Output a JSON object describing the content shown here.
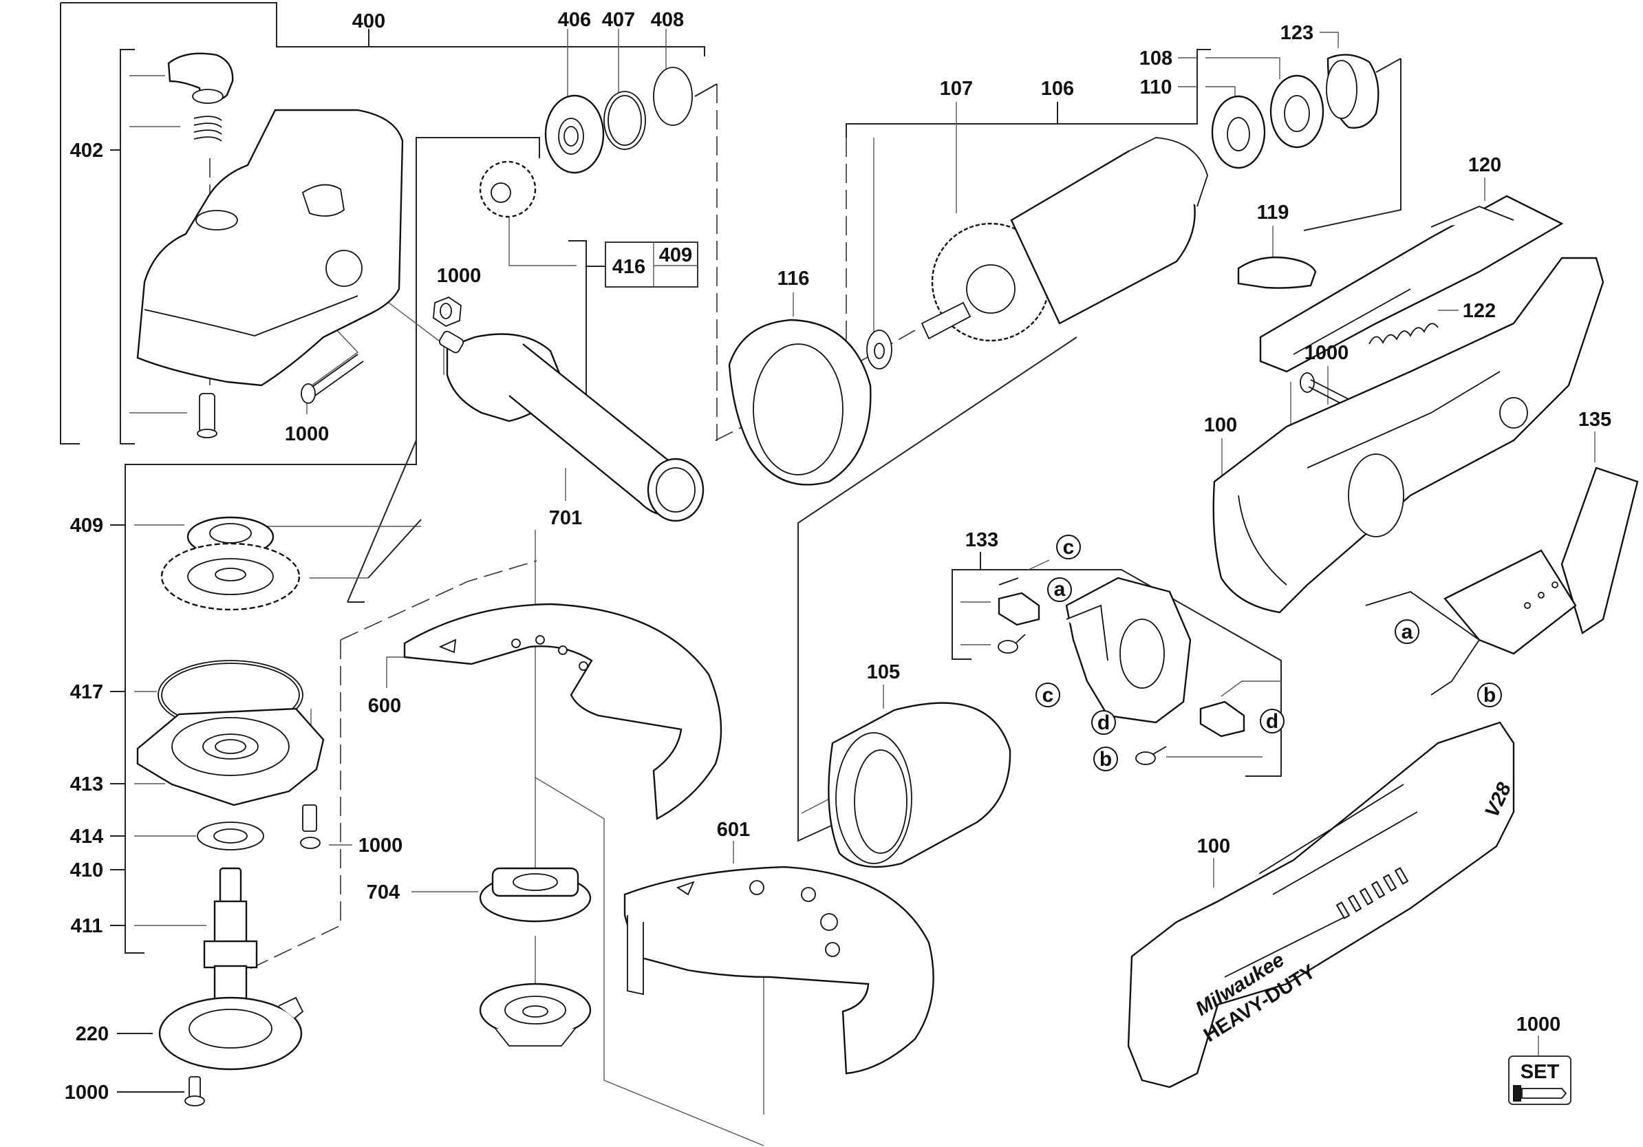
{
  "diagram": {
    "type": "exploded-parts-diagram",
    "subject": "Angle grinder",
    "brand_mark": "Milwaukee",
    "brand_submark": "HEAVY-DUTY",
    "model_mark": "V28",
    "set_box": {
      "label": "SET",
      "part": "1000"
    }
  },
  "labels": {
    "l400": "400",
    "l406": "406",
    "l407": "407",
    "l408": "408",
    "l402": "402",
    "l1000_nut": "1000",
    "l416": "416",
    "l409_box": "409",
    "l1000_screw_top": "1000",
    "l701": "701",
    "l409": "409",
    "l417": "417",
    "l413": "413",
    "l414": "414",
    "l410": "410",
    "l411": "411",
    "l220": "220",
    "l1000_bottom": "1000",
    "l1000_mid": "1000",
    "l704": "704",
    "l600": "600",
    "l601": "601",
    "l116": "116",
    "l107": "107",
    "l106": "106",
    "l108": "108",
    "l110": "110",
    "l123": "123",
    "l120": "120",
    "l119": "119",
    "l122": "122",
    "l1000_housing": "1000",
    "l100_top": "100",
    "l135": "135",
    "l133": "133",
    "l105": "105",
    "l100_bottom": "100",
    "l1000_set": "1000"
  },
  "wire_markers": {
    "c1": "c",
    "a1": "a",
    "c2": "c",
    "d1": "d",
    "b1": "b",
    "d2": "d",
    "a2": "a",
    "b2": "b"
  }
}
